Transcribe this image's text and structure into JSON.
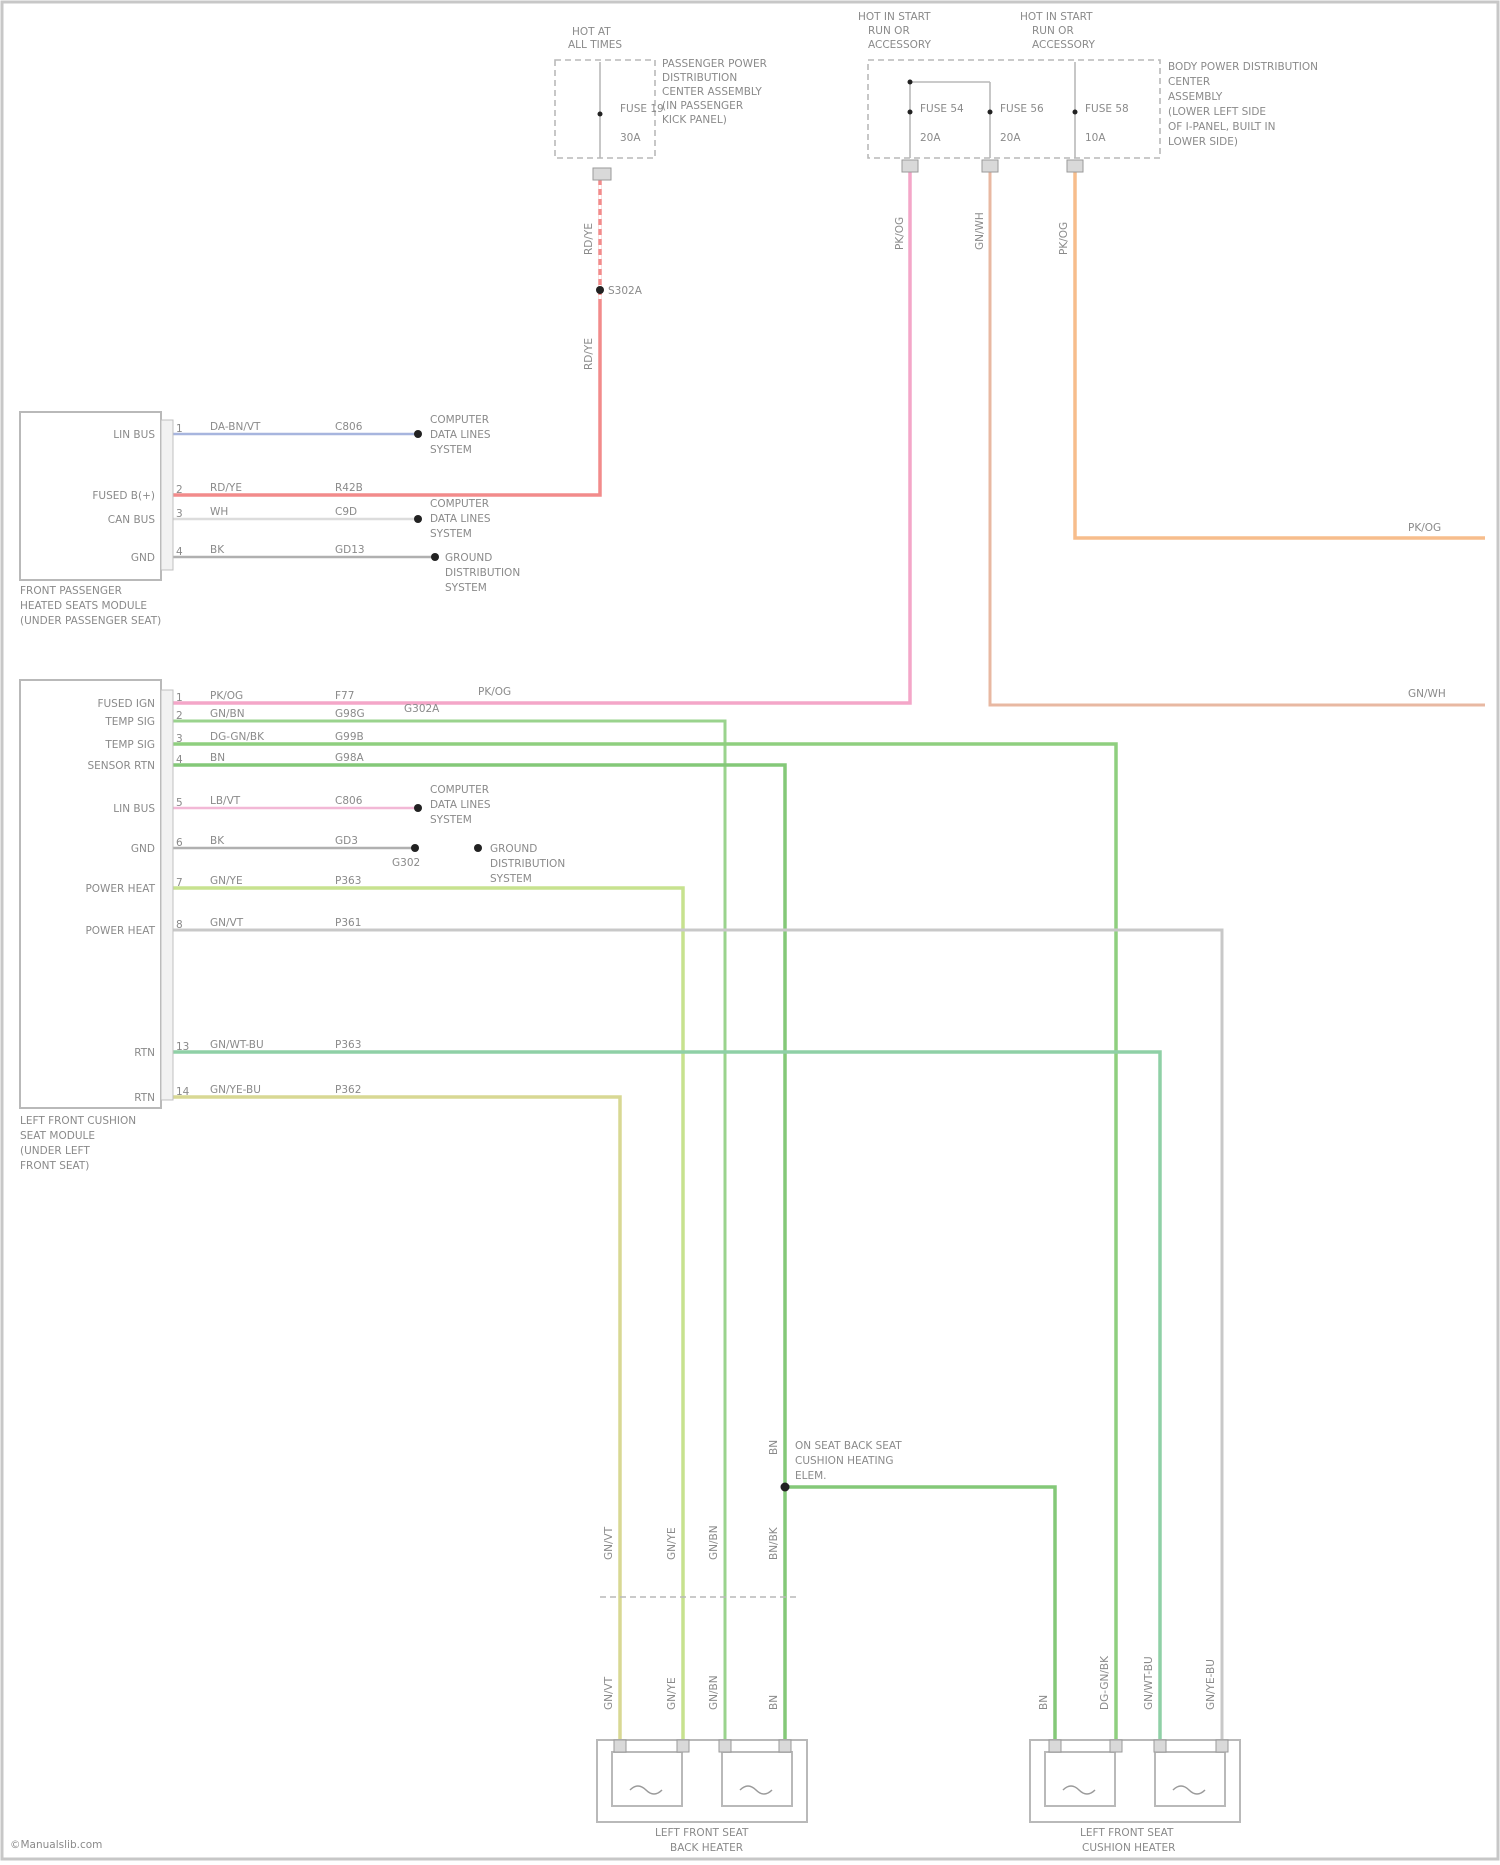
{
  "diagram": {
    "top_components": {
      "hot_at_all_times": [
        "HOT AT",
        "ALL TIMES"
      ],
      "hot_run_start_1": [
        "HOT IN START",
        "RUN OR",
        "ACCESSORY"
      ],
      "hot_run_start_2": [
        "HOT IN START",
        "RUN OR",
        "ACCESSORY"
      ],
      "pdc_left": [
        "PASSENGER POWER",
        "DISTRIBUTION",
        "CENTER ASSEMBLY",
        "(IN PASSENGER",
        "KICK PANEL)"
      ],
      "pdc_right": [
        "BODY POWER DISTRIBUTION",
        "CENTER",
        "ASSEMBLY",
        "(LOWER LEFT SIDE",
        "OF I-PANEL, BUILT IN",
        "LOWER SIDE)"
      ],
      "fuse_1": "FUSE 19",
      "fuse_1_amp": "30A",
      "fuse_2": "FUSE 54",
      "fuse_2_amp": "20A",
      "fuse_3": "FUSE 56",
      "fuse_3_amp": "20A",
      "fuse_4": "FUSE 58",
      "fuse_4_amp": "10A"
    },
    "splice_label": "S302A",
    "upper_module": {
      "name_lines": [
        "FRONT PASSENGER",
        "HEATED SEATS MODULE",
        "(UNDER PASSENGER SEAT)"
      ],
      "pins": [
        {
          "num": "1",
          "name": "LIN BUS",
          "wire": "DA-BN/VT",
          "circuit": "C806",
          "dest": [
            "COMPUTER",
            "DATA LINES",
            "SYSTEM"
          ]
        },
        {
          "num": "2",
          "name": "FUSED B(+)",
          "wire": "RD/YE",
          "circuit": "R42B",
          "dest": []
        },
        {
          "num": "3",
          "name": "CAN BUS",
          "wire": "WH",
          "circuit": "C9D",
          "dest": [
            "COMPUTER",
            "DATA LINES",
            "SYSTEM"
          ]
        },
        {
          "num": "4",
          "name": "GND",
          "wire": "BK",
          "circuit": "GD13",
          "dest": [
            "GROUND",
            "DISTRIBUTION",
            "SYSTEM"
          ]
        }
      ]
    },
    "lower_module": {
      "name_lines": [
        "LEFT FRONT CUSHION",
        "SEAT MODULE",
        "(UNDER LEFT",
        "FRONT SEAT)"
      ],
      "pins": [
        {
          "num": "1",
          "name": "FUSED IGN",
          "wire": "PK/OG",
          "circuit": "F77"
        },
        {
          "num": "2",
          "name": "TEMP SIG",
          "wire": "GN/BN",
          "circuit": "G98G"
        },
        {
          "num": "3",
          "name": "TEMP SIG",
          "wire": "DG-GN/BK",
          "circuit": "G99B"
        },
        {
          "num": "4",
          "name": "SENSOR RTN",
          "wire": "BN",
          "circuit": "G98A"
        },
        {
          "num": "5",
          "name": "LIN BUS",
          "wire": "LB/VT",
          "circuit": "C806"
        },
        {
          "num": "6",
          "name": "GND",
          "wire": "BK",
          "circuit": "GD3"
        },
        {
          "num": "7",
          "name": "POWER HEAT",
          "wire": "GN/YE",
          "circuit": "P363"
        },
        {
          "num": "8",
          "name": "POWER HEAT",
          "wire": "GN/VT",
          "circuit": "P361"
        },
        {
          "num": "13",
          "name": "RTN",
          "wire": "GN/WT-BU",
          "circuit": "P363"
        },
        {
          "num": "14",
          "name": "RTN",
          "wire": "GN/YE-BU",
          "circuit": "P362"
        }
      ]
    },
    "ground_label": [
      "GROUND",
      "DISTRIBUTION",
      "SYSTEM"
    ],
    "ground_ref": "G302",
    "right_wire_labels": {
      "orange": "PK/OG",
      "tan": "GN/WH"
    },
    "pink_wire_labels": {
      "mid": "PK/OG",
      "tag": "G302A"
    },
    "wire_vertical_labels": {
      "w1": "RD/YE",
      "w2": "RD/YE",
      "w3": "PK/OG",
      "w4": "GN/WH",
      "w5": "PK/OG"
    },
    "bottom_connector_labels": {
      "c1": "GN/VT",
      "c2": "GN/YE",
      "c3": "GN/BN",
      "c4": "BN/BK",
      "c5": "BN",
      "c6": "DG-GN/BK",
      "c7": "GN/WT-BU",
      "c8": "GN/YE-BU"
    },
    "junction_label": [
      "ON SEAT BACK SEAT",
      "CUSHION HEATING",
      "ELEM."
    ],
    "junction_wire": "BN",
    "bottom_left_box": [
      "LEFT FRONT SEAT",
      "BACK HEATER"
    ],
    "bottom_right_box": [
      "LEFT FRONT SEAT",
      "CUSHION HEATER"
    ],
    "copyright": "©Manualslib.com"
  }
}
